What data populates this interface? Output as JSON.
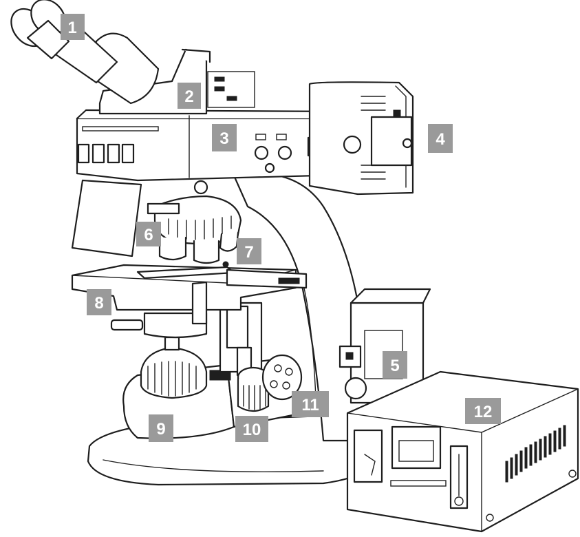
{
  "labels": [
    {
      "id": "1",
      "text": "1"
    },
    {
      "id": "2",
      "text": "2"
    },
    {
      "id": "3",
      "text": "3"
    },
    {
      "id": "4",
      "text": "4"
    },
    {
      "id": "5",
      "text": "5"
    },
    {
      "id": "6",
      "text": "6"
    },
    {
      "id": "7",
      "text": "7"
    },
    {
      "id": "8",
      "text": "8"
    },
    {
      "id": "9",
      "text": "9"
    },
    {
      "id": "10",
      "text": "10"
    },
    {
      "id": "11",
      "text": "11"
    },
    {
      "id": "12",
      "text": "12"
    }
  ],
  "colors": {
    "label_background": "#9a9a9a",
    "label_text": "#ffffff",
    "line": "#1e1e1e",
    "fill": "#ffffff"
  }
}
